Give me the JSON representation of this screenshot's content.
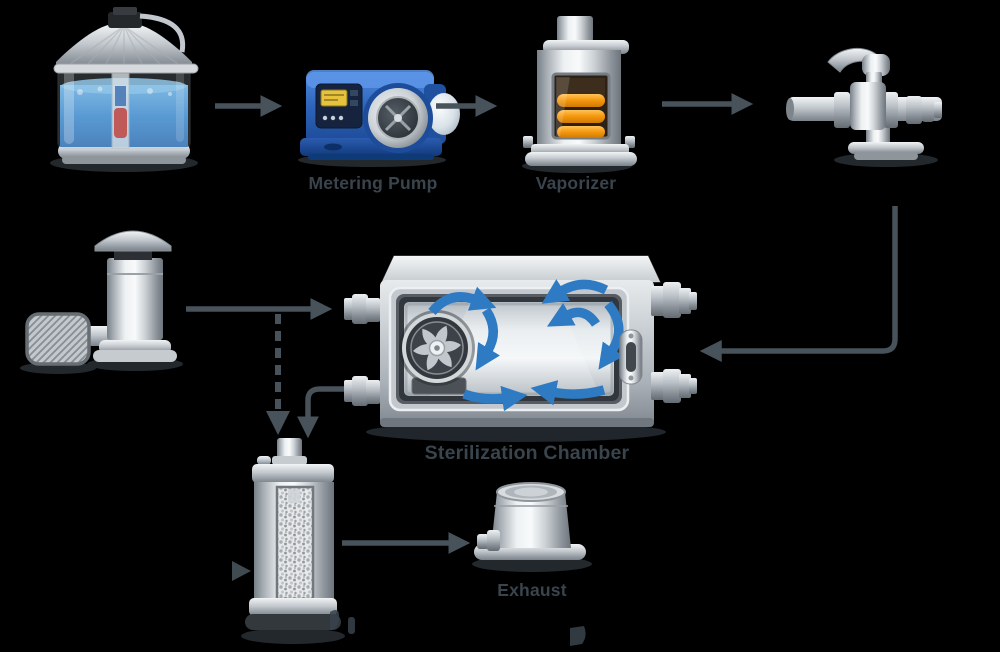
{
  "diagram": {
    "type": "process-flow",
    "labels": {
      "metering_pump": "Metering Pump",
      "vaporizer": "Vaporizer",
      "sterilization_chamber": "Sterilization Chamber",
      "exhaust": "Exhaust"
    },
    "components": [
      {
        "icon": "liquid-tank-icon",
        "label": ""
      },
      {
        "icon": "metering-pump-icon",
        "label": "Metering Pump"
      },
      {
        "icon": "vaporizer-icon",
        "label": "Vaporizer"
      },
      {
        "icon": "injection-valve-icon",
        "label": ""
      },
      {
        "icon": "air-inlet-filter-icon",
        "label": ""
      },
      {
        "icon": "sterilization-chamber-icon",
        "label": "Sterilization Chamber"
      },
      {
        "icon": "catalytic-filter-icon",
        "label": ""
      },
      {
        "icon": "exhaust-icon",
        "label": "Exhaust"
      }
    ],
    "flow_connections": [
      "tank to metering pump",
      "metering pump to vaporizer",
      "vaporizer to injection valve",
      "injection valve down and left into chamber right side",
      "air inlet to chamber upper-left port",
      "dashed branch down to catalytic filter",
      "chamber lower-left port down to catalytic filter",
      "catalytic filter to exhaust"
    ]
  },
  "colors": {
    "background": "#000000",
    "flow_arrow": "#47525a",
    "label_text": "#3a444d",
    "circulation_arrow": "#2e7bc4",
    "pump_blue": "#2d63b9",
    "coil_orange": "#f79a10",
    "liquid_blue": "#3f8ed3"
  }
}
